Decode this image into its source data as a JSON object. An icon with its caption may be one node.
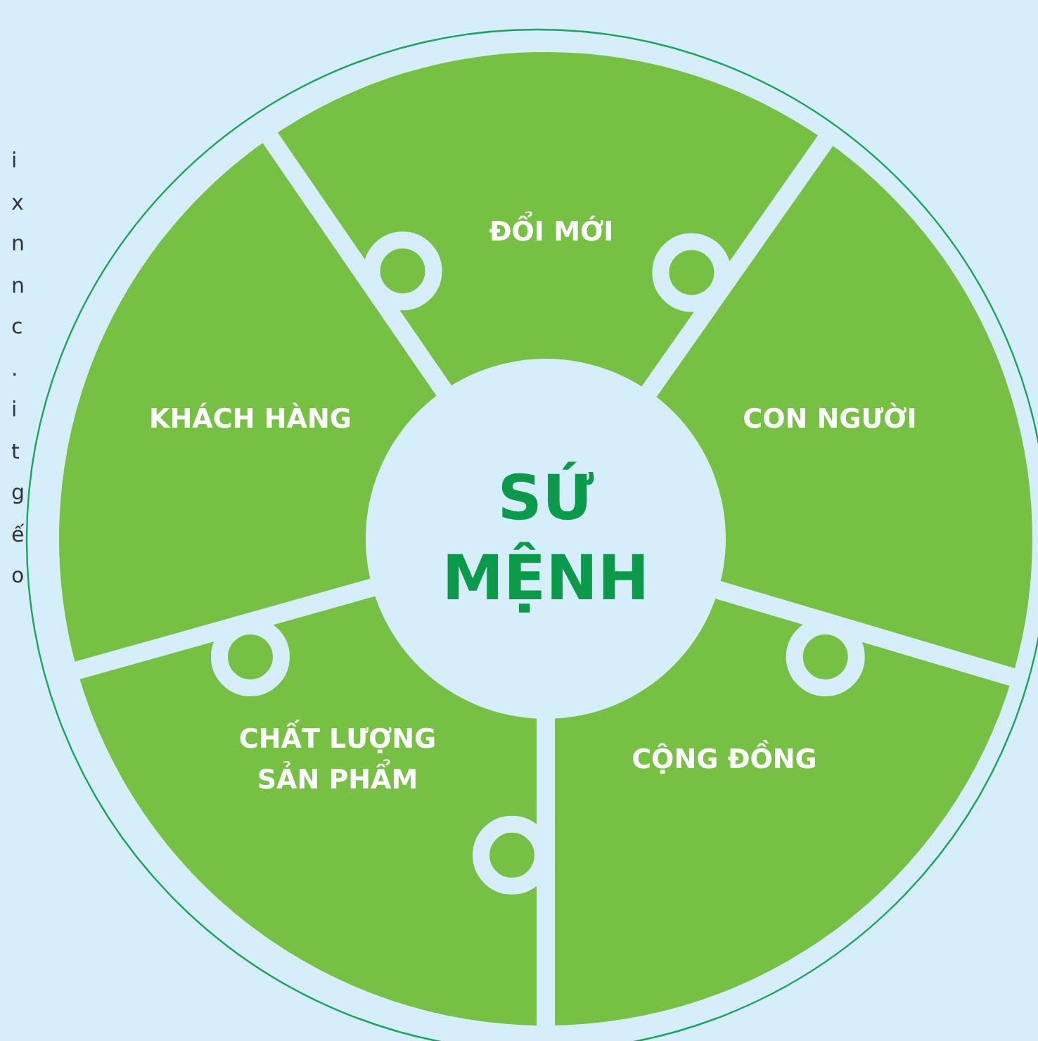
{
  "diagram": {
    "nodes": [
      {
        "text": [
          "ĐỔI MỚI"
        ]
      },
      {
        "text": [
          "KHÁCH HÀNG"
        ]
      },
      {
        "text": [
          "CON NGƯỜI"
        ]
      },
      {
        "text": [
          "SỨ MỆNH"
        ]
      },
      {
        "text": [
          "CHẤT LƯỢNG SẢN PHẨM"
        ]
      },
      {
        "text": [
          "CỘNG ĐỒNG"
        ]
      }
    ],
    "labels": [
      "i x n n c . i t g ế o"
    ]
  }
}
